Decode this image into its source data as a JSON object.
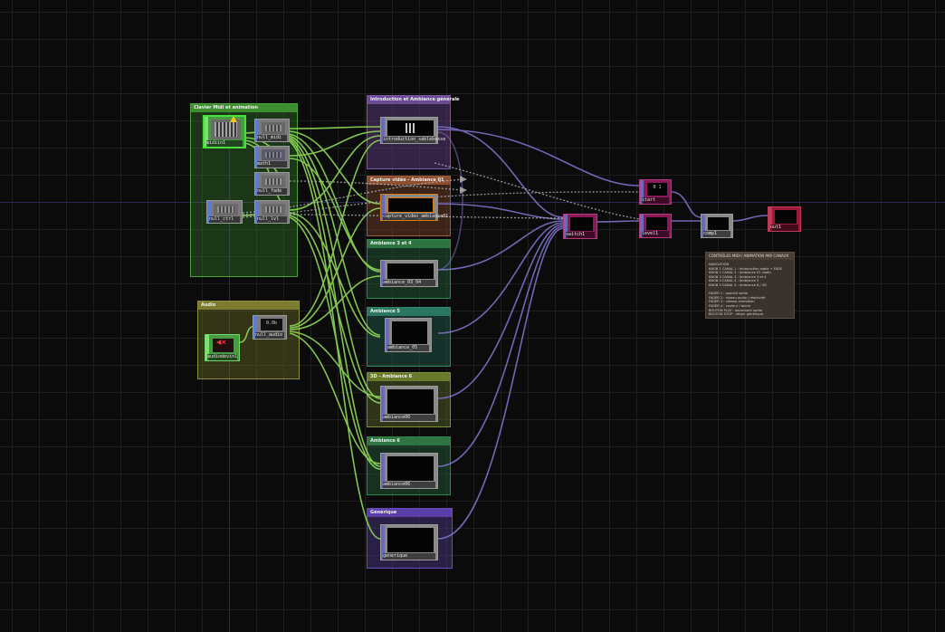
{
  "annotations": {
    "clavier": "Clavier Midi et animation",
    "audio": "Audio",
    "intro": "Introduction et Ambiance générale",
    "capture": "Capture vidéo - Ambiance 01",
    "amb34": "Ambiance 3 et 4",
    "amb5": "Ambiance 5",
    "amb6_3d": "3D - Ambiance 6",
    "amb6": "Ambiance 6",
    "generique": "Générique"
  },
  "nodes": {
    "midiin1": "midiin1",
    "null1": "null_midi",
    "math1": "math1",
    "null2": "null_fade",
    "null3": "null_ctrl",
    "null4": "null_lvl",
    "audiodevin": "audiodevin1",
    "audiospect": "null_audio",
    "audio_value": "0.0b",
    "intro": "introduction_sablebosse",
    "capture": "capture_video_ambiance01",
    "amb34": "ambiance_03_04",
    "amb5": "ambiance_05",
    "amb6_3d": "ambiance06",
    "amb6": "ambiance06",
    "generique": "generique",
    "switch": "switch1",
    "start": "start",
    "level": "level1",
    "comp": "comp1",
    "out": "out1",
    "start_value": "0 1"
  },
  "textdat": {
    "title": "CONTRÔLES MIDI / ANIMATION PAR CANAUX",
    "body": "NAVIGATION\nKNOB 1 CANAL 1 : Introduction sable + FADE\nKNOB 2 CANAL 2 : Ambiance 01 vidéo\nKNOB 3 CANAL 3 : Ambiance 3 et 4\nKNOB 4 CANAL 4 : Ambiance 5\nKNOB 5 CANAL 5 : Ambiance 6 / 3D\n\nFADER 1 : opacité sortie\nFADER 2 : niveau audio / réactivité\nFADER 3 : vitesse animation\nFADER 4 : couleur / teinte\nBOUTON PLAY : lancement sortie\nBOUTON STOP : retour générique"
  }
}
